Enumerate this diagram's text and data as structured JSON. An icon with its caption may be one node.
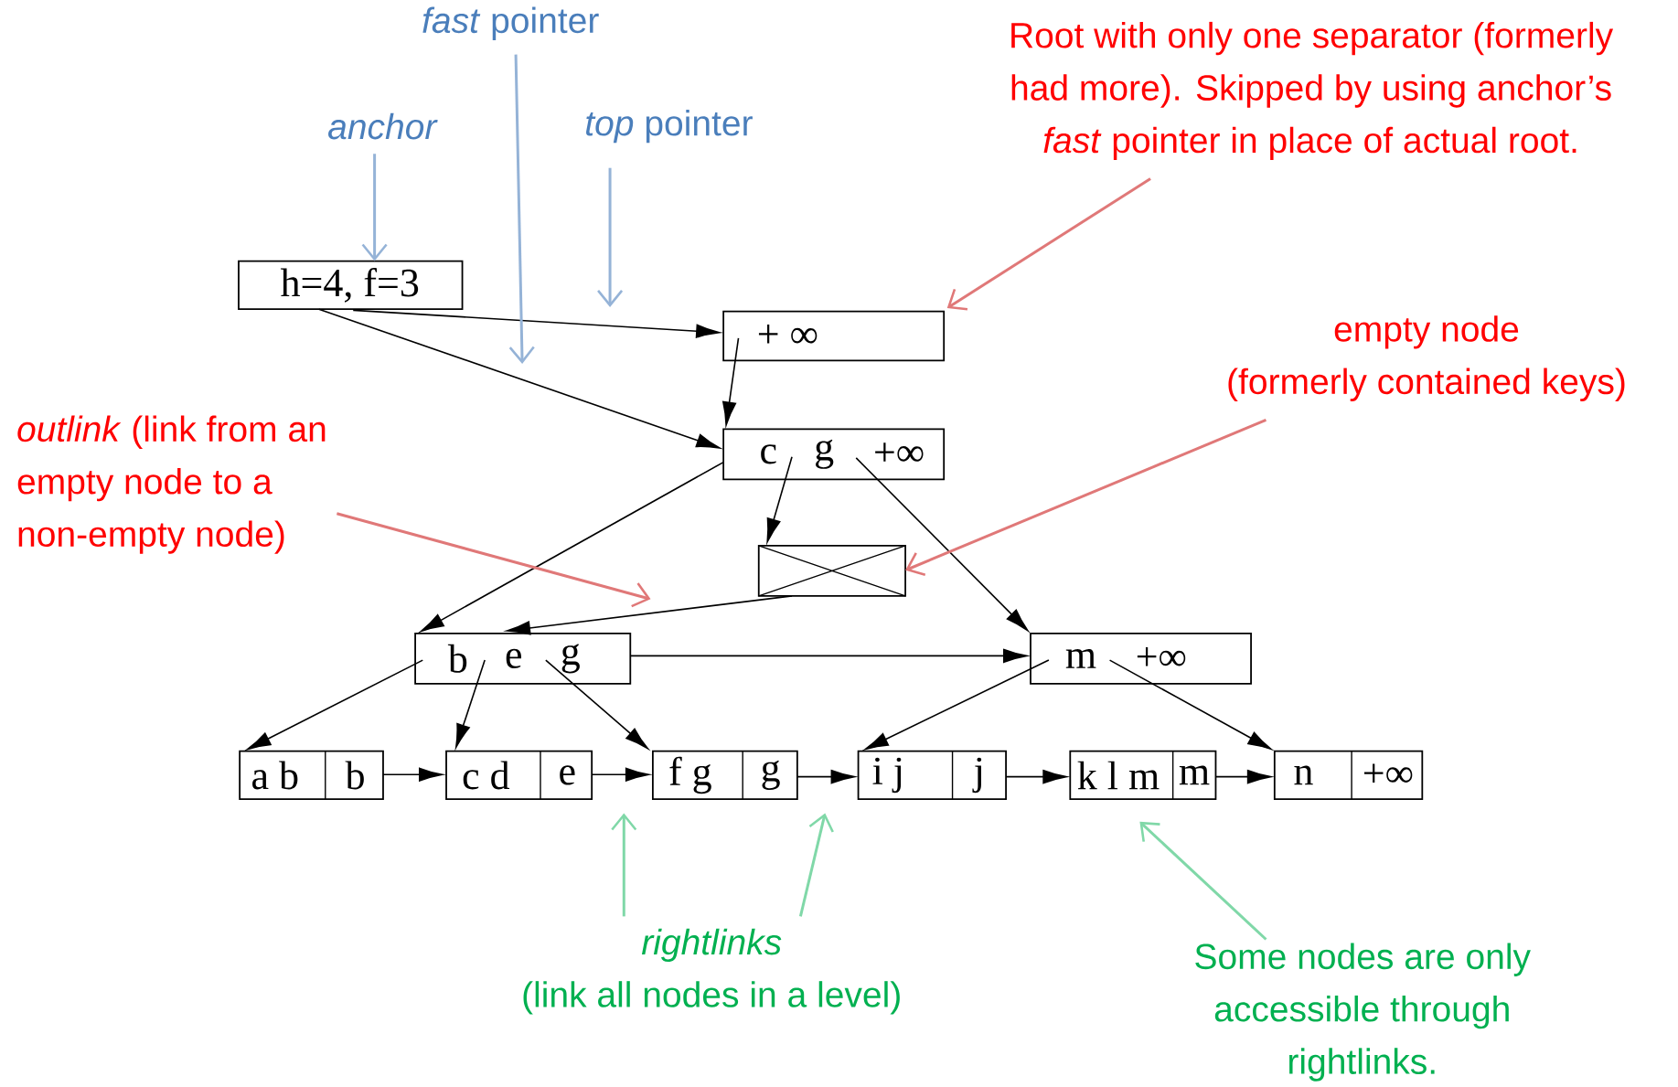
{
  "diagram": {
    "nodes": [
      {
        "text": [
          "anchor"
        ]
      },
      {
        "text": [
          "*fast* pointer"
        ]
      },
      {
        "text": [
          "*top* pointer"
        ]
      },
      {
        "text": [
          "h=4, f=3"
        ]
      },
      {
        "text": [
          "+ ∞"
        ]
      },
      {
        "text": [
          "c",
          "g",
          "+∞"
        ]
      },
      {
        "text": [],
        "shape": "box"
      },
      {
        "text": [
          "b",
          "e",
          "g"
        ]
      },
      {
        "text": [
          "m",
          "+∞"
        ]
      },
      {
        "text": [
          "a b",
          "b"
        ]
      },
      {
        "text": [
          "c d",
          "e"
        ]
      },
      {
        "text": [
          "f g",
          "g"
        ]
      },
      {
        "text": [
          "i j",
          "j"
        ]
      },
      {
        "text": [
          "k l m",
          "m"
        ]
      },
      {
        "text": [
          "n",
          "+∞"
        ]
      },
      {
        "text": [
          "Root with only one separator (formerly had more). Skipped by using anchor’s *fast* pointer in place of actual root."
        ]
      },
      {
        "text": [
          "empty node",
          "(formerly contained keys)"
        ]
      },
      {
        "text": [
          "*outlink* (link from an empty node to a non-empty node)"
        ]
      },
      {
        "text": [
          "rightlinks",
          "(link all nodes in a level)"
        ]
      },
      {
        "text": [
          "Some nodes are only accessible through rightlinks."
        ]
      }
    ],
    "edges": [
      {
        "from": 3,
        "to": 4,
        "arrow": "to"
      },
      {
        "from": 3,
        "to": 5,
        "arrow": "to"
      },
      {
        "from": 4,
        "to": 5,
        "arrow": "to"
      },
      {
        "from": 5,
        "to": 7,
        "arrow": "to"
      },
      {
        "from": 5,
        "to": 6,
        "arrow": "to"
      },
      {
        "from": 5,
        "to": 8,
        "arrow": "to"
      },
      {
        "from": 6,
        "to": 7,
        "arrow": "to"
      },
      {
        "from": 7,
        "to": 8,
        "arrow": "to"
      },
      {
        "from": 7,
        "to": 9,
        "arrow": "to"
      },
      {
        "from": 7,
        "to": 10,
        "arrow": "to"
      },
      {
        "from": 7,
        "to": 11,
        "arrow": "to"
      },
      {
        "from": 8,
        "to": 12,
        "arrow": "to"
      },
      {
        "from": 8,
        "to": 14,
        "arrow": "to"
      },
      {
        "from": 9,
        "to": 10,
        "arrow": "to"
      },
      {
        "from": 10,
        "to": 11,
        "arrow": "to"
      },
      {
        "from": 11,
        "to": 12,
        "arrow": "to"
      },
      {
        "from": 12,
        "to": 13,
        "arrow": "to"
      },
      {
        "from": 13,
        "to": 14,
        "arrow": "to"
      },
      {
        "from": 0,
        "to": 3,
        "arrow": "to",
        "color": "#95b3d7"
      },
      {
        "from": 1,
        "to": null,
        "arrow": "to",
        "color": "#95b3d7"
      },
      {
        "from": 2,
        "to": null,
        "arrow": "to",
        "color": "#95b3d7"
      },
      {
        "from": 15,
        "to": 4,
        "arrow": "to",
        "color": "#e07878"
      },
      {
        "from": 16,
        "to": 6,
        "arrow": "to",
        "color": "#e07878"
      },
      {
        "from": 17,
        "to": null,
        "arrow": "to",
        "color": "#e07878"
      },
      {
        "from": 18,
        "to": null,
        "arrow": "to",
        "color": "#80d8a8"
      },
      {
        "from": 18,
        "to": null,
        "arrow": "to",
        "color": "#80d8a8"
      },
      {
        "from": 19,
        "to": 13,
        "arrow": "to",
        "color": "#80d8a8"
      }
    ]
  }
}
